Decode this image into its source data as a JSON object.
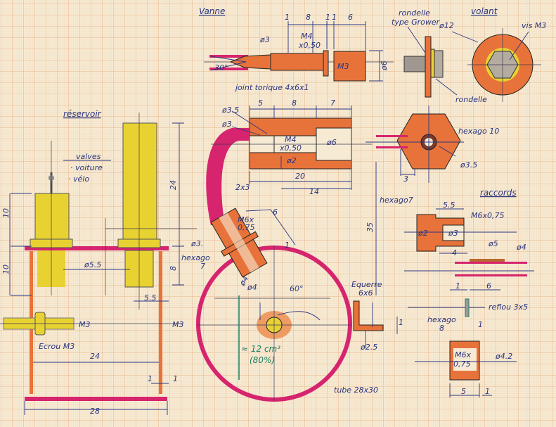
{
  "colors": {
    "paper": "#f6ead3",
    "grid": "#e8b58a",
    "ink": "#2a3580",
    "copper": "#e8733a",
    "brass": "#e8d232",
    "tube": "#d6246e"
  },
  "vanne": {
    "title": "Vanne",
    "d1": "1",
    "d8": "8",
    "d1a": "1",
    "d1b": "1",
    "d6": "6",
    "phi3": "ø3",
    "m4": "M4",
    "pitch": "x0,50",
    "angle": "30°",
    "oring": "joint torique 4x6x1",
    "m3": "M3",
    "phi6": "ø6"
  },
  "rondelle": {
    "grower": "rondelle",
    "grower2": "type Grower",
    "plain": "rondelle"
  },
  "volant": {
    "title": "volant",
    "phi12": "ø12",
    "screw": "vis M3"
  },
  "connector": {
    "d5": "5",
    "d8": "8",
    "d7": "7",
    "phi35": "ø3.5",
    "phi3": "ø3",
    "m4": "M4",
    "pitch": "x0,50",
    "phi2": "ø2",
    "phi6": "ø6",
    "d20": "20",
    "d14": "14",
    "tube": "2x3"
  },
  "hex10": {
    "label": "hexago 10",
    "phi35": "ø3.5",
    "d3": "3",
    "d35": "35"
  },
  "raccords": {
    "title": "raccords",
    "hex7": "hexago7",
    "d55": "5.5",
    "m6": "M6x0,75",
    "phi2": "ø2",
    "phi3": "ø3",
    "d4": "4",
    "phi5": "ø5",
    "phi4": "ø4",
    "d1": "1",
    "d6": "6",
    "rivet": "reflou 3x5",
    "hex8": "hexago",
    "hex8n": "8",
    "d1b": "1",
    "m6b": "M6x",
    "m6c": "0,75",
    "phi42": "ø4.2",
    "d5": "5",
    "d1c": "1"
  },
  "tank": {
    "volume": "≈ 12 cm³",
    "percent": "(80%)",
    "angle": "60°",
    "phi4": "ø4",
    "phi4b": "ø4",
    "tube": "tube 28x30",
    "bracket": "Equerre",
    "bracket2": "6x6",
    "phi25": "ø2.5",
    "d1": "1",
    "m6": "M6x",
    "m6b": "0,75",
    "d6": "6",
    "d1b": "1",
    "phi3": "ø3.",
    "hex": "hexago",
    "hexn": "7"
  },
  "reservoir": {
    "title": "réservoir",
    "valves": "valves",
    "car": "· voiture",
    "bike": "· vélo",
    "h10a": "10",
    "h10b": "10",
    "h24": "24",
    "h8": "8",
    "phi55": "ø5.5",
    "d55": "5.5",
    "m3a": "M3",
    "m3b": "M3",
    "nut": "Ecrou M3",
    "w24": "24",
    "w28": "28",
    "t1a": "1",
    "t1b": "1"
  }
}
